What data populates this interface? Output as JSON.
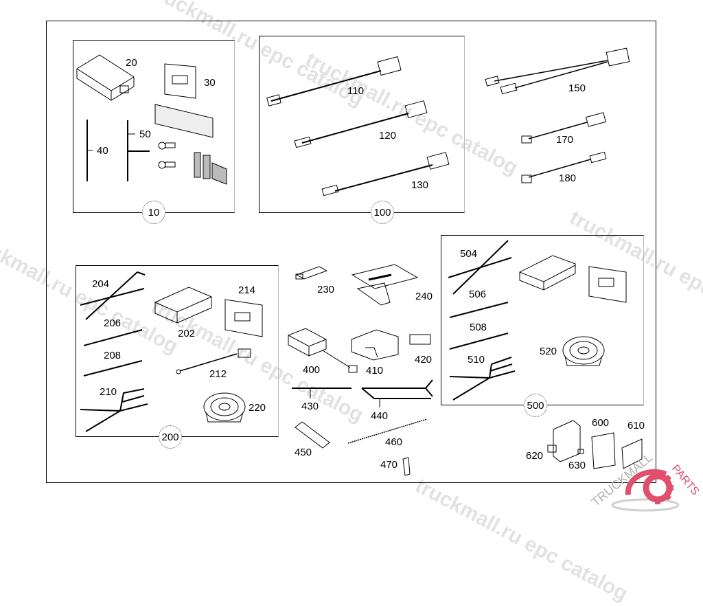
{
  "watermark": {
    "text": "truckmall.ru epc catalog",
    "segments": [
      "truckmall.ru epc catalog",
      "truckmall.ru epc catalog",
      "truckmall.ru epc catalog",
      "truckmall.ru epc catalog"
    ]
  },
  "logo": {
    "text_left": "TRUCKMALL",
    "text_right": "PARTS",
    "accent_color": "#e0506e",
    "secondary_color": "#c8c8c8",
    "icon": "gear-icon"
  },
  "groups": [
    {
      "id": "10",
      "callout": "10",
      "parts": [
        "20",
        "30",
        "40",
        "50"
      ]
    },
    {
      "id": "100",
      "callout": "100",
      "parts": [
        "110",
        "120",
        "130"
      ]
    },
    {
      "id": "150",
      "callout": "",
      "parts": [
        "150",
        "170",
        "180"
      ]
    },
    {
      "id": "200",
      "callout": "200",
      "parts": [
        "202",
        "204",
        "206",
        "208",
        "210",
        "212",
        "214",
        "220"
      ]
    },
    {
      "id": "500",
      "callout": "500",
      "parts": [
        "504",
        "506",
        "508",
        "510",
        "520"
      ]
    }
  ],
  "labels": {
    "p20": "20",
    "p30": "30",
    "p40": "40",
    "p50": "50",
    "p110": "110",
    "p120": "120",
    "p130": "130",
    "p150": "150",
    "p170": "170",
    "p180": "180",
    "p202": "202",
    "p204": "204",
    "p206": "206",
    "p208": "208",
    "p210": "210",
    "p212": "212",
    "p214": "214",
    "p220": "220",
    "p230": "230",
    "p240": "240",
    "p400": "400",
    "p410": "410",
    "p420": "420",
    "p430": "430",
    "p440": "440",
    "p450": "450",
    "p460": "460",
    "p470": "470",
    "p504": "504",
    "p506": "506",
    "p508": "508",
    "p510": "510",
    "p520": "520",
    "p600": "600",
    "p610": "610",
    "p620": "620",
    "p630": "630"
  },
  "callouts": {
    "c10": "10",
    "c100": "100",
    "c200": "200",
    "c500": "500"
  }
}
